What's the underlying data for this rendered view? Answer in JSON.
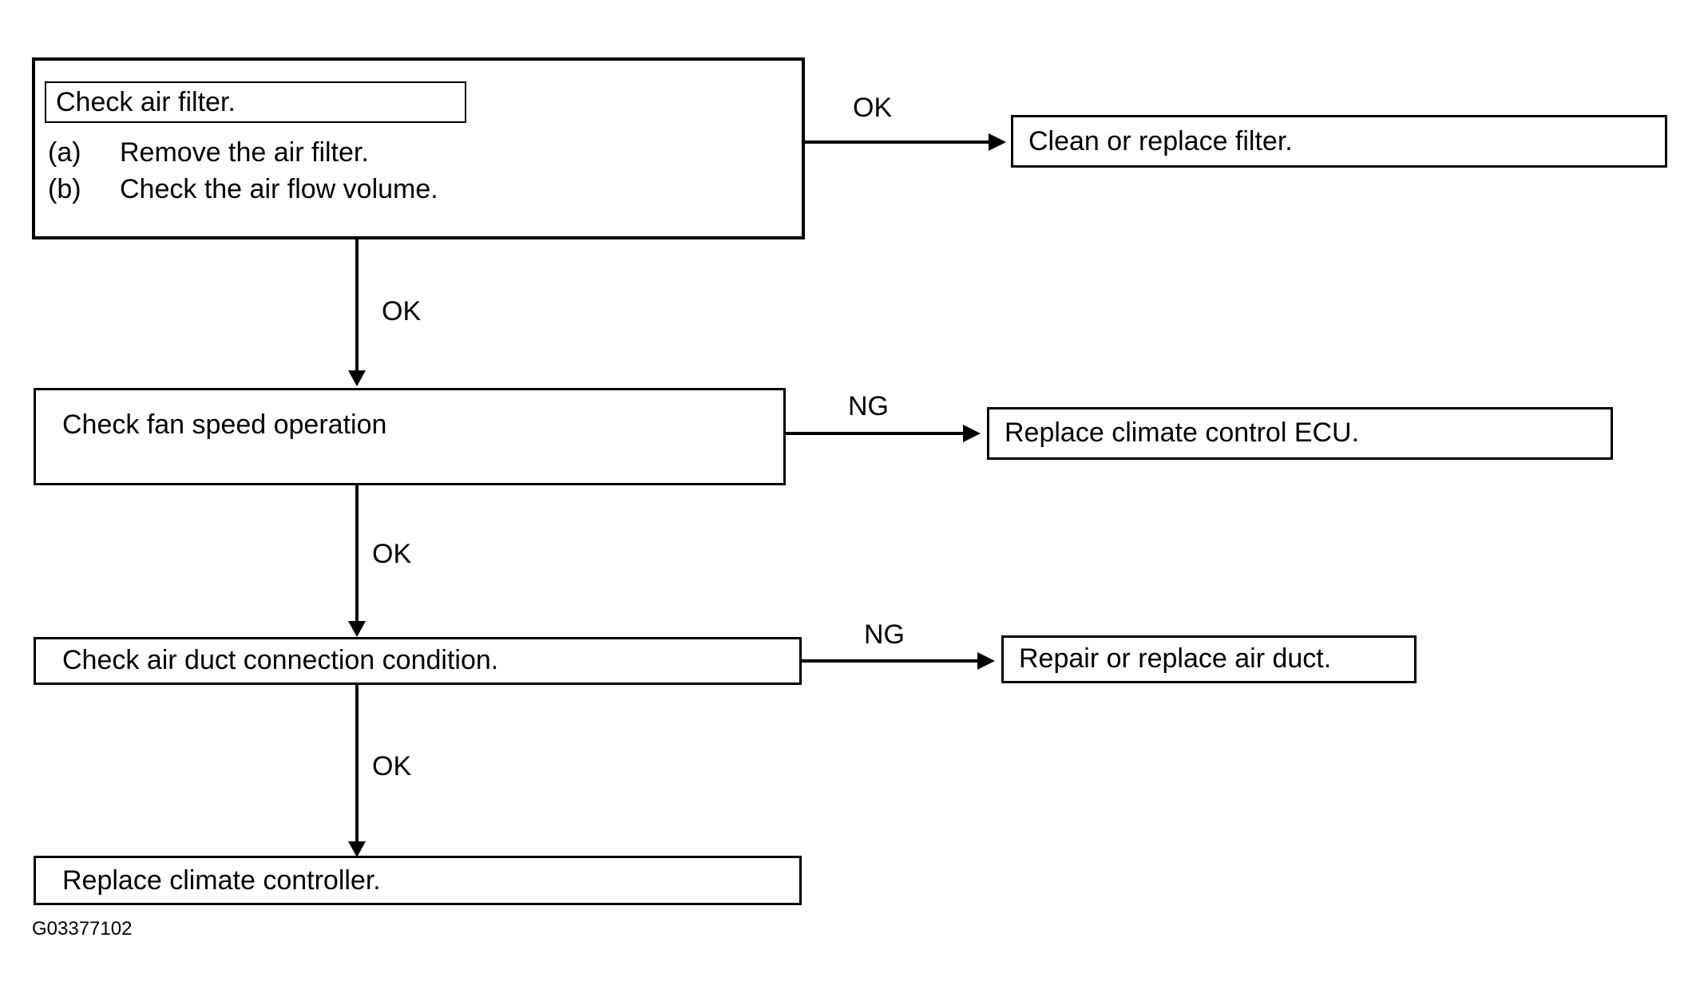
{
  "figure": {
    "code": "G03377102",
    "type": "troubleshooting-flowchart"
  },
  "nodes": {
    "step1": {
      "title": "Check air filter.",
      "substeps": [
        {
          "marker": "(a)",
          "text": "Remove the air filter."
        },
        {
          "marker": "(b)",
          "text": "Check the air flow volume."
        }
      ]
    },
    "step1_result": {
      "text": "Clean or replace filter."
    },
    "step2": {
      "text": "Check fan speed operation"
    },
    "step2_result": {
      "text": "Replace climate control ECU."
    },
    "step3": {
      "text": "Check air duct connection condition."
    },
    "step3_result": {
      "text": "Repair or replace air duct."
    },
    "step4": {
      "text": "Replace climate controller."
    }
  },
  "edges": {
    "step1_to_result": {
      "label": "OK"
    },
    "step1_to_step2": {
      "label": "OK"
    },
    "step2_to_result": {
      "label": "NG"
    },
    "step2_to_step3": {
      "label": "OK"
    },
    "step3_to_result": {
      "label": "NG"
    },
    "step3_to_step4": {
      "label": "OK"
    }
  },
  "colors": {
    "stroke": "#000000",
    "background": "#ffffff",
    "text": "#000000"
  }
}
